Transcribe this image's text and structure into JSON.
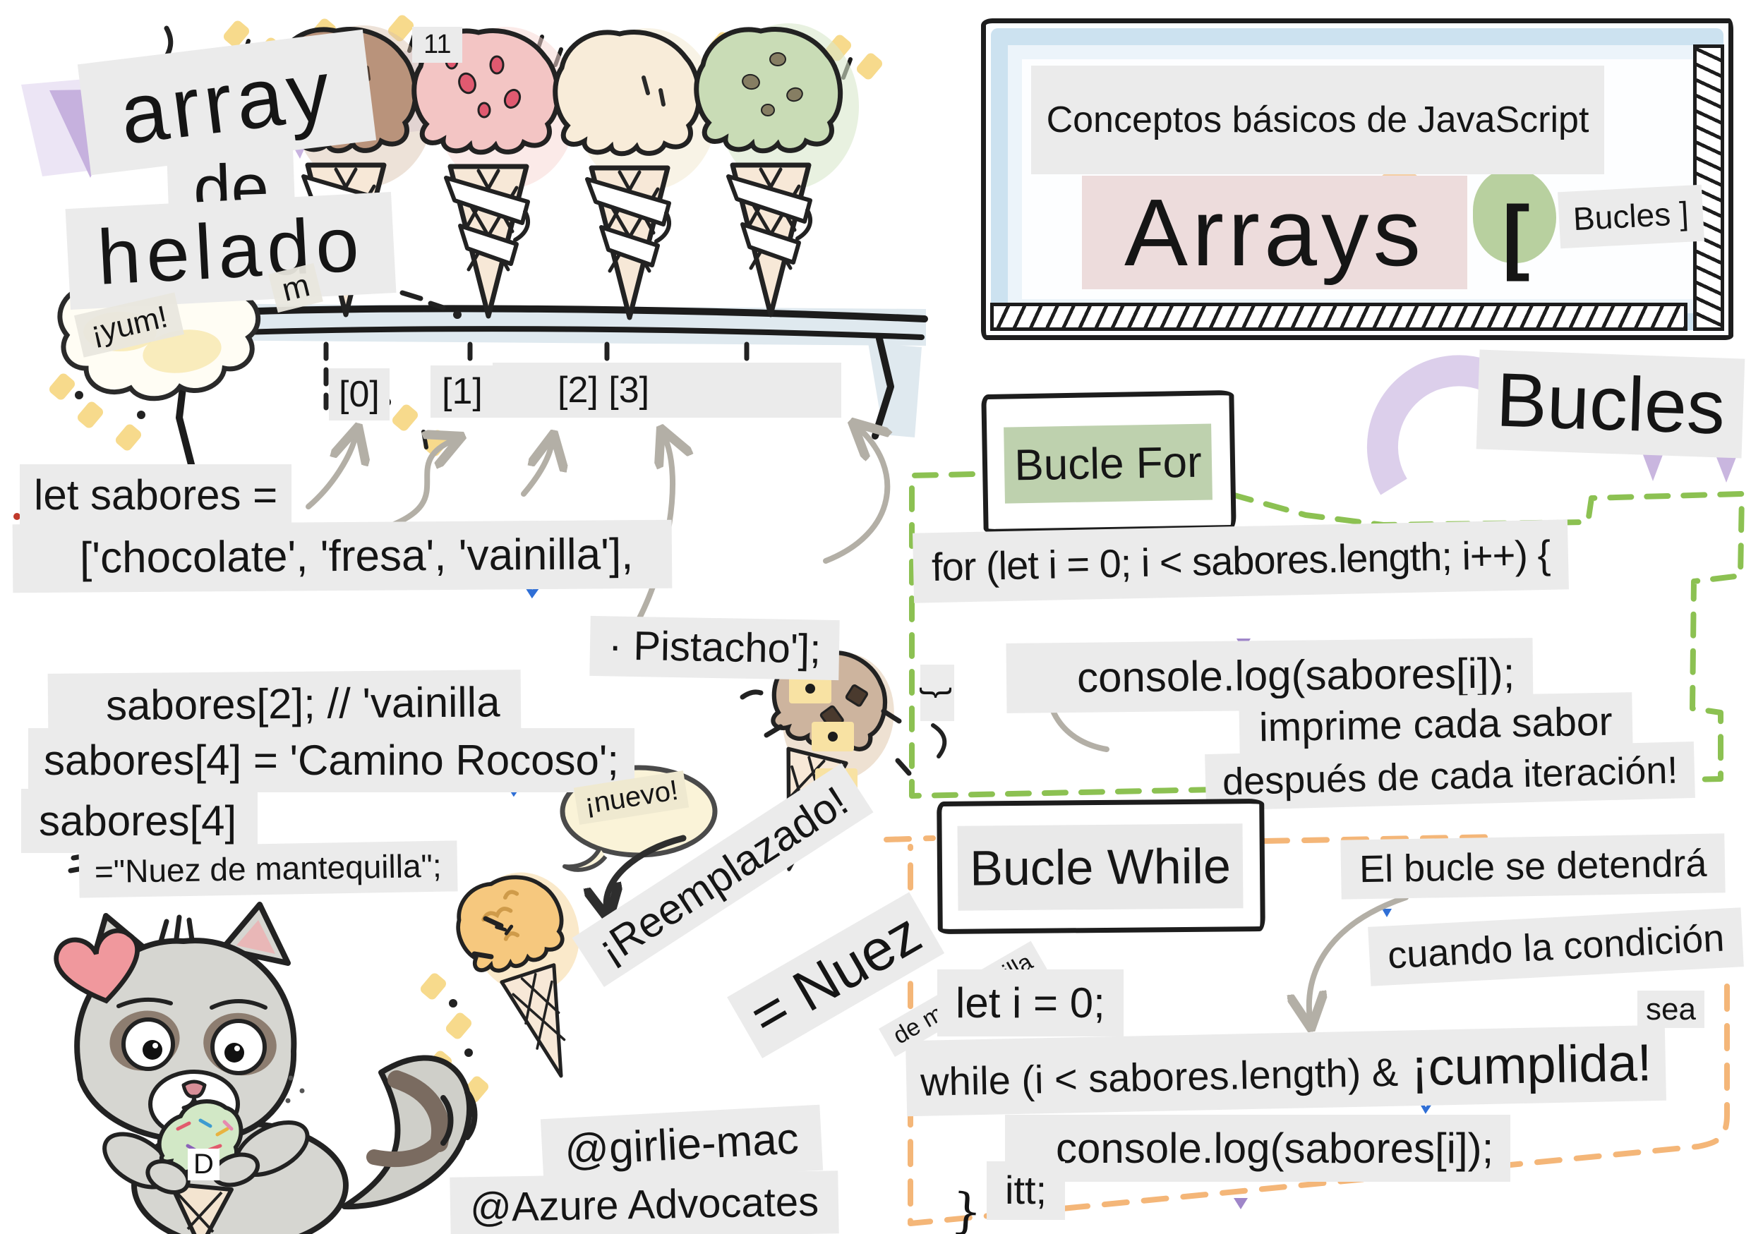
{
  "banner": {
    "title": "Conceptos básicos de JavaScript",
    "topic_main": "Arrays",
    "bracket": "[",
    "topic_secondary": "Bucles ]"
  },
  "array_panel": {
    "heading_word1": "array",
    "heading_word2": "de",
    "heading_word3": "helado",
    "yum_small": "m",
    "yum": "¡yum!",
    "counter": "11",
    "index_0": "[0]",
    "index_1": "[1]",
    "index_23": "[2] [3]",
    "code_let": "let sabores =",
    "code_array": "['chocolate', 'fresa', 'vainilla'],",
    "code_pistacho": "· Pistacho'];",
    "code_access": "sabores[2]; // 'vainilla",
    "code_assign": "sabores[4] = 'Camino Rocoso';",
    "code_index4": "sabores[4]",
    "code_newvalue": "=\"Nuez de mantequilla\";",
    "nuevo": "¡nuevo!",
    "replaced": "¡Reemplazado!",
    "replaced_value": "= Nuez",
    "replaced_value_sub": "de mantequilla",
    "cone_letter": "D"
  },
  "loops_panel": {
    "heading": "Bucles",
    "for_loop": {
      "label": "Bucle For",
      "code_line1": "for (let i = 0; i < sabores.length; i++) {",
      "code_line2": "console.log(sabores[i]);",
      "closing_brace": "}",
      "note_line1": "imprime cada sabor",
      "note_line2": "después de cada iteración!"
    },
    "while_loop": {
      "label": "Bucle While",
      "stop_note_line1": "El bucle se detendrá",
      "stop_note_line2": "cuando la condición",
      "stop_note_line3": "sea",
      "code_init": "let i = 0;",
      "code_condition": "while (i < sabores.length) &",
      "condition_emphasis": "¡cumplida!",
      "code_body": "console.log(sabores[i]);",
      "code_increment": "itt;",
      "closing_brace": "}"
    }
  },
  "credits": {
    "author": "@girlie-mac",
    "team": "@Azure Advocates"
  },
  "colors": {
    "patch_bg": "#ebebeb",
    "green_dash": "#8cc152",
    "orange_dash": "#f4b678",
    "banner_blue": "#b2d3e7",
    "arrays_pink": "#eddcdc",
    "label_green": "#bed1ae",
    "bunting_purple": "#c2abdb",
    "note_yellow": "#f7da8c"
  }
}
